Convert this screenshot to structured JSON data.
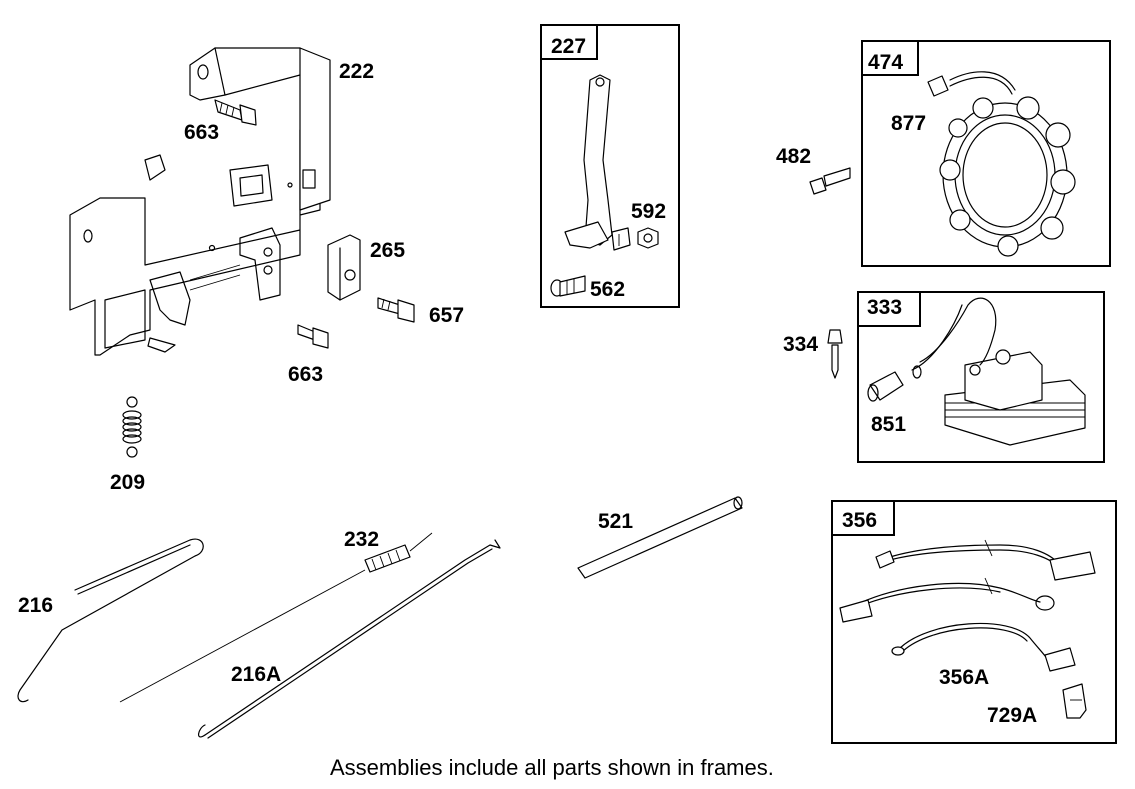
{
  "labels": {
    "p222": "222",
    "p663a": "663",
    "p663b": "663",
    "p265": "265",
    "p657": "657",
    "p209": "209",
    "p227": "227",
    "p592": "592",
    "p562": "562",
    "p474": "474",
    "p877": "877",
    "p482": "482",
    "p333": "333",
    "p334": "334",
    "p851": "851",
    "p232": "232",
    "p216": "216",
    "p216A": "216A",
    "p521": "521",
    "p356": "356",
    "p356A": "356A",
    "p729A": "729A"
  },
  "caption": "Assemblies include all parts shown in frames."
}
